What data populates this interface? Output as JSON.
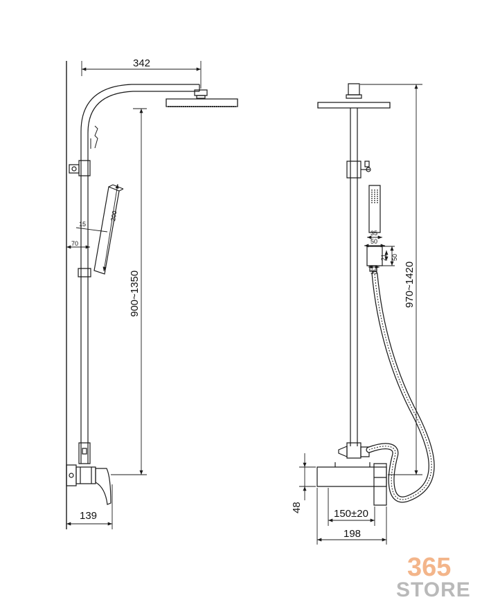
{
  "dimensions": {
    "side_width": "342",
    "side_height": "900~1350",
    "wall_offset": "139",
    "hand_length": "200",
    "hand_tip": "15",
    "hand_offset": "70",
    "front_height": "970~1420",
    "mixer_depth": "48",
    "mixer_span": "150±20",
    "mixer_width": "198",
    "bracket_35_top": "35",
    "bracket_50_top": "50",
    "bracket_21": "21",
    "bracket_50_side": "50",
    "bracket_35_bottom": "35"
  },
  "logo": {
    "number": "365",
    "word": "STORE"
  },
  "colors": {
    "line": "#1a1a1a",
    "logo_number": "#f3b58a",
    "logo_word": "#b9b9b9"
  }
}
